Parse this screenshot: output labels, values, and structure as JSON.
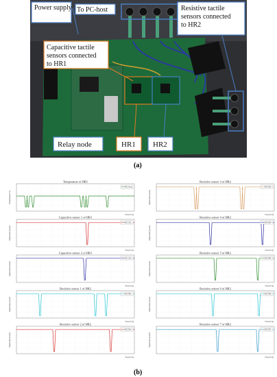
{
  "figure": {
    "panel_a_label": "(a)",
    "panel_b_label": "(b)"
  },
  "photo": {
    "labels": {
      "power_supply": "Power\nsupply",
      "to_pc_host": "To PC-host",
      "resistive": "Resistive tactile\nsensors connected\nto HR2",
      "capacitive": "Capacitive tactile\nsensors connected\nto HR1",
      "relay_node": "Relay node",
      "hr1": "HR1",
      "hr2": "HR2"
    },
    "colors": {
      "board": "#1d6b3a",
      "label_border_blue": "#4a7fc4",
      "label_border_orange": "#e07b24"
    }
  },
  "plots": [
    {
      "title": "Temperature of HR1",
      "ylabel": "Temperature [°C]",
      "xlabel": "Time [0.1s]",
      "color": "#2e8b2e",
      "legend": "HR1 Temp."
    },
    {
      "title": "Resistive sensor 3 of HR2",
      "ylabel": "Digital data [count]",
      "xlabel": "Time [0.1s]",
      "color": "#d9a066",
      "legend": "HR2 RS3"
    },
    {
      "title": "Capacitive sensor 1 of HR1",
      "ylabel": "Digital data [count]",
      "xlabel": "Time [0.1s]",
      "color": "#d63030",
      "legend": "HR1 CS1"
    },
    {
      "title": "Resistive sensor 4 of HR2",
      "ylabel": "Digital data [count]",
      "xlabel": "Time [0.1s]",
      "color": "#2a2aa0",
      "legend": "HR2 RS4"
    },
    {
      "title": "Capacitive sensor 2 of HR1",
      "ylabel": "Digital data [count]",
      "xlabel": "Time [0.1s]",
      "color": "#2a2aa0",
      "legend": "HR1 CS2"
    },
    {
      "title": "Resistive sensor 5 of HR2",
      "ylabel": "Digital data [count]",
      "xlabel": "Time [0.1s]",
      "color": "#2e8b2e",
      "legend": "HR2 RS5"
    },
    {
      "title": "Resistive sensor 1 of HR2",
      "ylabel": "Digital data [count]",
      "xlabel": "Time [0.1s]",
      "color": "#22c4d4",
      "legend": "HR2 RS1"
    },
    {
      "title": "Resistive sensor 6 of HR2",
      "ylabel": "Digital data [count]",
      "xlabel": "Time [0.1s]",
      "color": "#22c4d4",
      "legend": "HR2 RS6"
    },
    {
      "title": "Resistive sensor 2 of HR2",
      "ylabel": "Digital data [count]",
      "xlabel": "Time [0.1s]",
      "color": "#d63030",
      "legend": "HR2 RS2"
    },
    {
      "title": "Resistive sensor 7 of HR2",
      "ylabel": "Digital data [count]",
      "xlabel": "Time [0.1s]",
      "color": "#3399cc",
      "legend": "HR2 RS7"
    }
  ]
}
